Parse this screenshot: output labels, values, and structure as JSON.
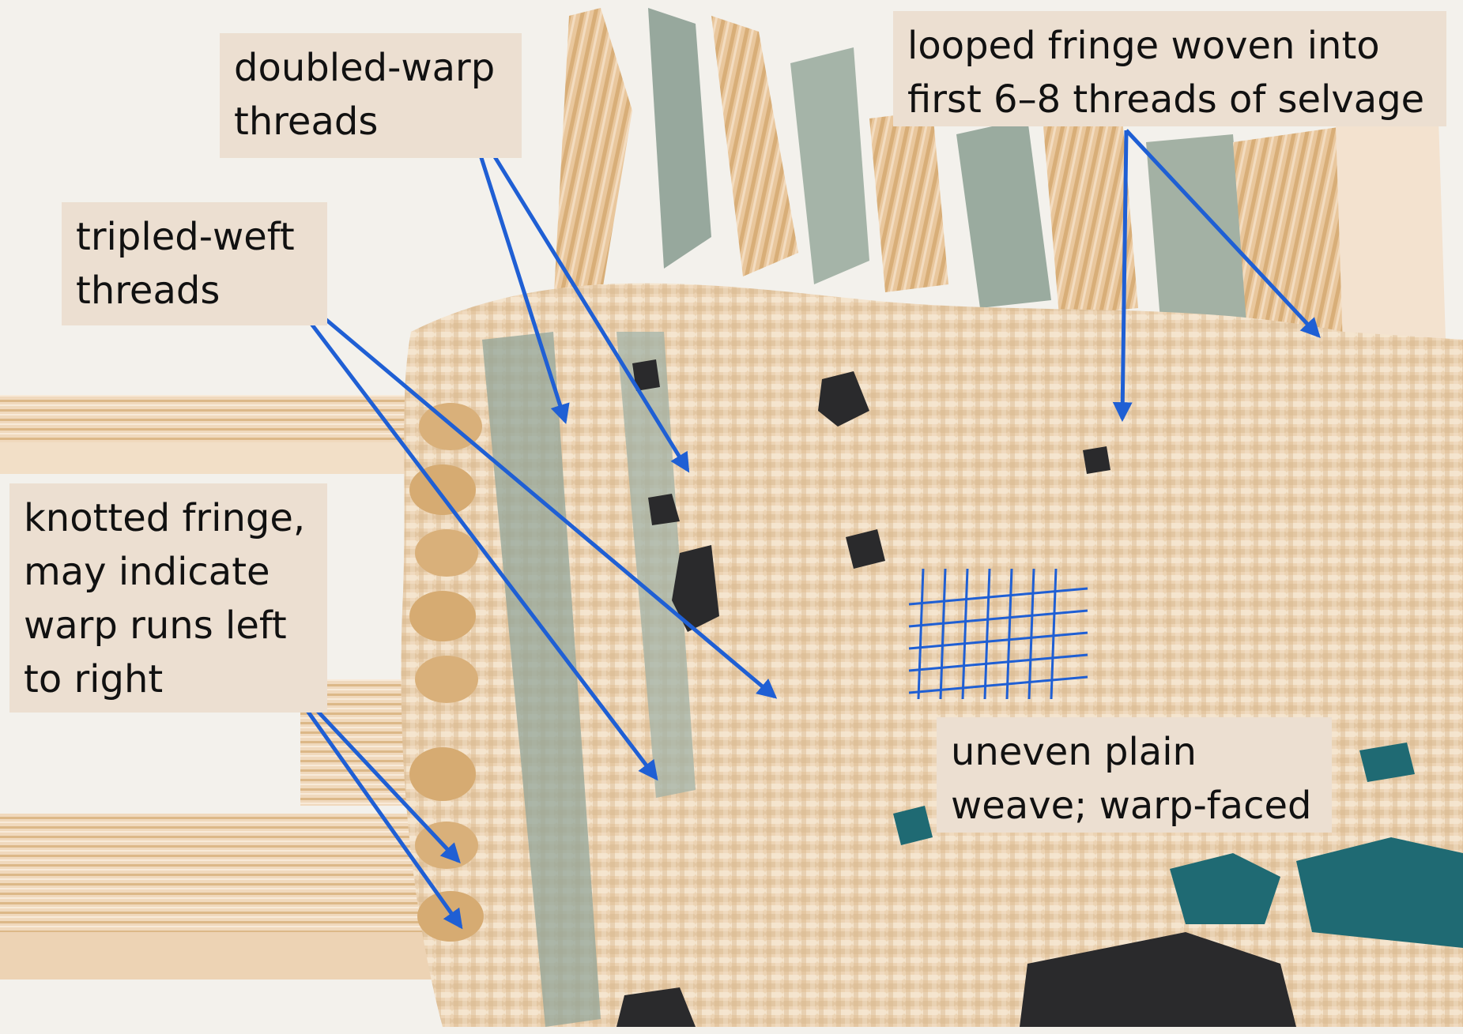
{
  "annotations": {
    "doubled_warp": "doubled-warp\nthreads",
    "looped_fringe": "looped fringe woven into\nfirst 6–8 threads of selvage",
    "tripled_weft": "tripled-weft\nthreads",
    "knotted_fringe": "knotted fringe,\nmay indicate\nwarp runs left\nto right",
    "uneven_weave": "uneven plain\nweave; warp-faced"
  },
  "colors": {
    "label_background": "#ecdfd1",
    "arrow": "#1f5fd4",
    "cloth": "#ecd3b3",
    "fringe": "#e8c498",
    "green_thread": "#93a69a",
    "stain_black": "#2a2a2c",
    "stain_teal": "#1f6a73"
  }
}
